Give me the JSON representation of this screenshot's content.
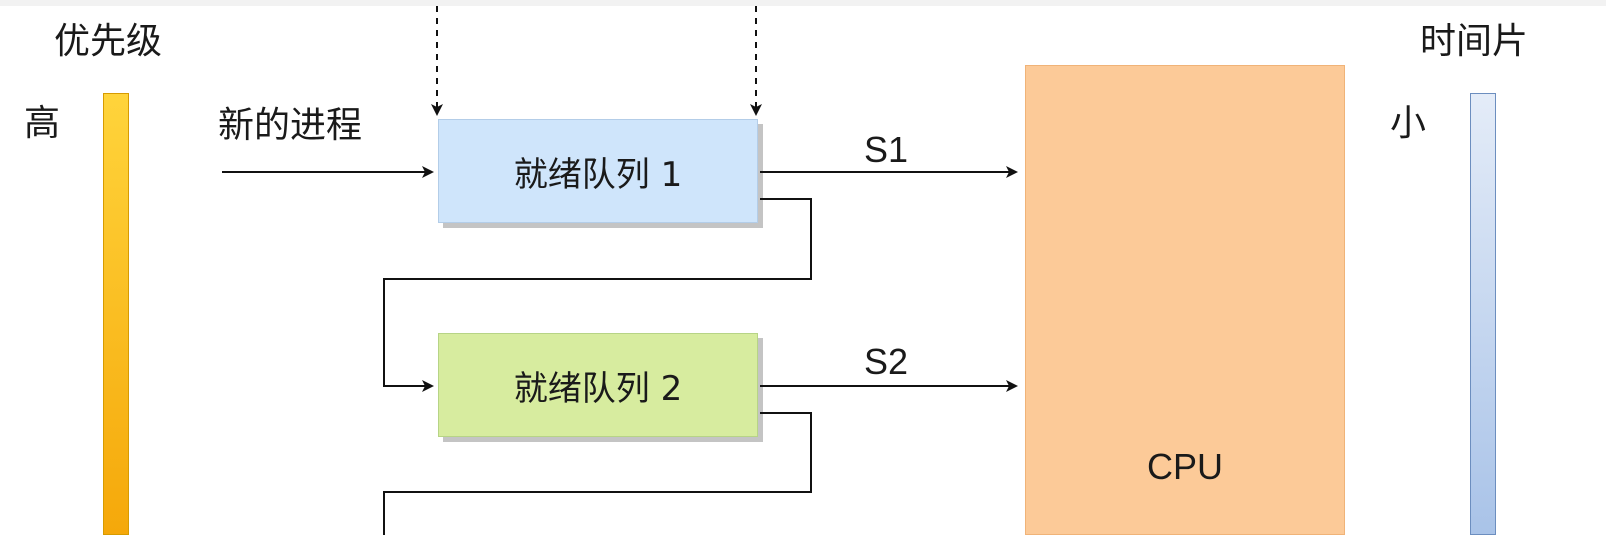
{
  "priority": {
    "title": "优先级",
    "high_label": "高"
  },
  "timeslice": {
    "title": "时间片",
    "small_label": "小"
  },
  "new_process_label": "新的进程",
  "queues": [
    {
      "label": "就绪队列 1",
      "edge_label": "S1"
    },
    {
      "label": "就绪队列 2",
      "edge_label": "S2"
    }
  ],
  "cpu": {
    "label": "CPU"
  },
  "colors": {
    "priority_bar": "#f5b41a",
    "timeslice_bar": "#a9c3e8",
    "queue_1": "#cfe5fb",
    "queue_2": "#d7ec9f",
    "cpu": "#fcca98"
  }
}
